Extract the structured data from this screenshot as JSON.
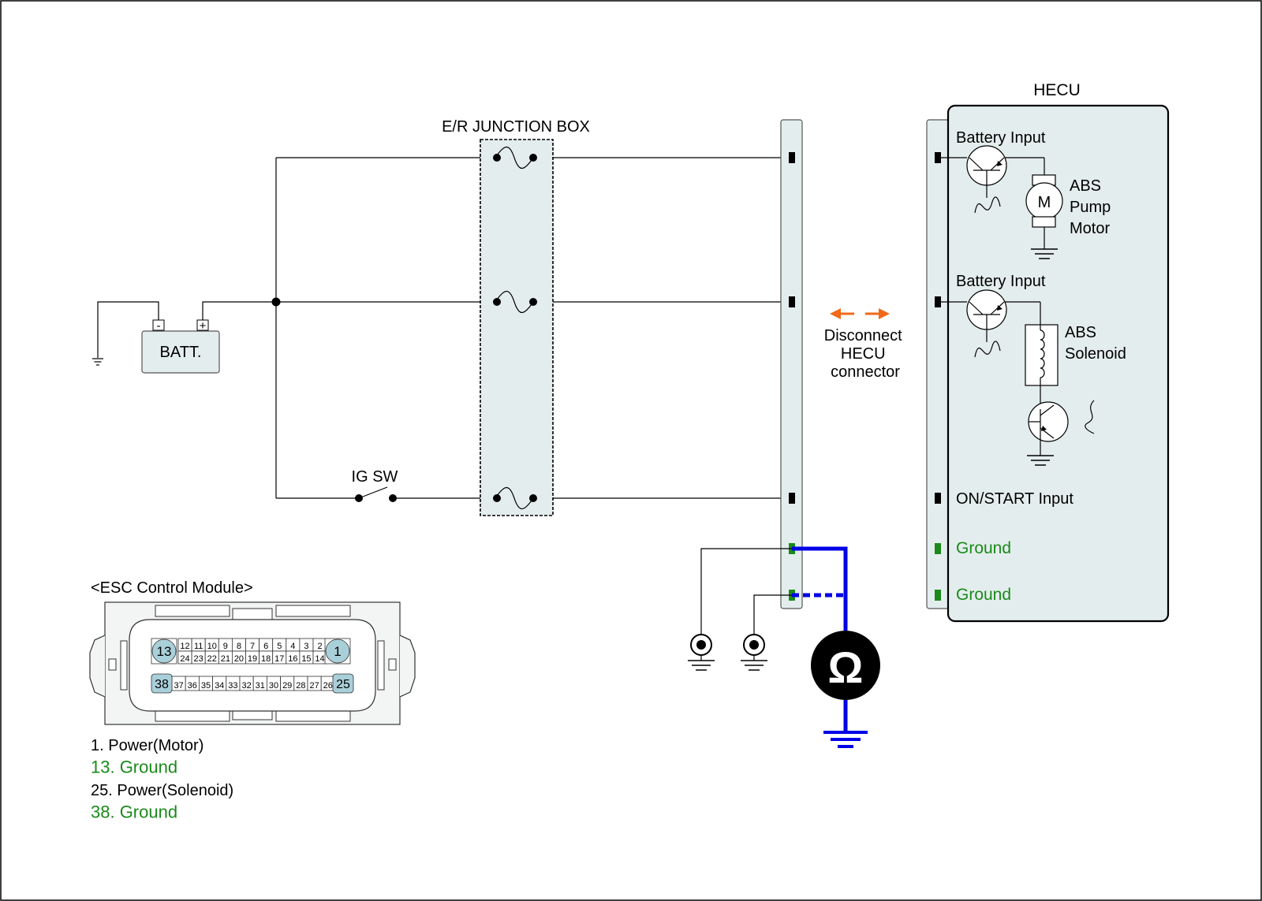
{
  "colors": {
    "wire": "#000000",
    "panel_fill": "#e4eded",
    "panel_stroke": "#555555",
    "ground_pin": "#1a8a1a",
    "ground_text": "#1a8a1a",
    "meter_lead": "#0000e6",
    "arrow": "#f06a1a",
    "pin_highlight": "#a9cfd9"
  },
  "labels": {
    "junction_box": "E/R JUNCTION BOX",
    "hecu": "HECU",
    "batt": "BATT.",
    "batt_minus": "-",
    "batt_plus": "+",
    "ig_sw": "IG SW",
    "disconnect": [
      "Disconnect",
      "HECU",
      "connector"
    ],
    "ohm_symbol": "Ω"
  },
  "hecu": {
    "battery_input_1": "Battery Input",
    "motor_symbol": "M",
    "motor_label": [
      "ABS",
      "Pump",
      "Motor"
    ],
    "battery_input_2": "Battery Input",
    "solenoid_label": [
      "ABS",
      "Solenoid"
    ],
    "on_start": "ON/START Input",
    "ground_1": "Ground",
    "ground_2": "Ground"
  },
  "esc": {
    "title": "<ESC Control Module>",
    "row1_big": [
      "13",
      "1"
    ],
    "row1_top": [
      "12",
      "11",
      "10",
      "9",
      "8",
      "7",
      "6",
      "5",
      "4",
      "3",
      "2"
    ],
    "row1_bottom": [
      "24",
      "23",
      "22",
      "21",
      "20",
      "19",
      "18",
      "17",
      "16",
      "15",
      "14"
    ],
    "row2_big": [
      "38",
      "25"
    ],
    "row2": [
      "37",
      "36",
      "35",
      "34",
      "33",
      "32",
      "31",
      "30",
      "29",
      "28",
      "27",
      "26"
    ]
  },
  "pin_legend": [
    {
      "text": "1. Power(Motor)",
      "type": "power"
    },
    {
      "text": "13. Ground",
      "type": "ground"
    },
    {
      "text": "25. Power(Solenoid)",
      "type": "power"
    },
    {
      "text": "38. Ground",
      "type": "ground"
    }
  ]
}
